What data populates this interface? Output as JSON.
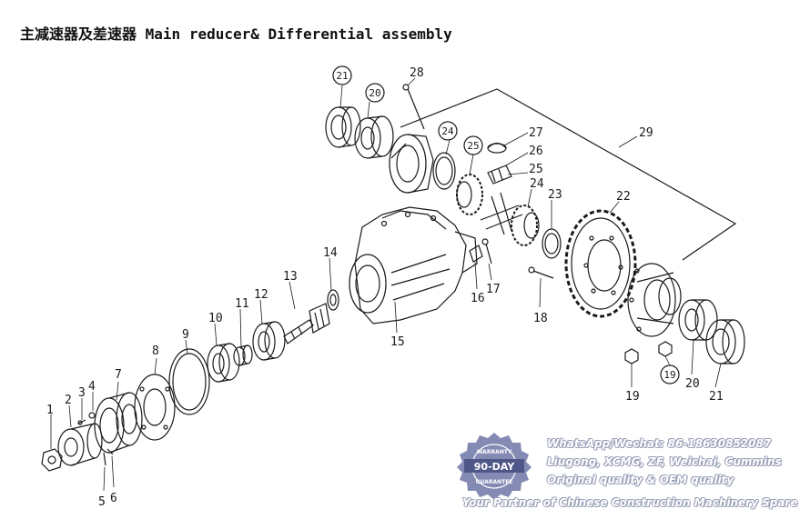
{
  "title": {
    "cn": "主减速器及差速器",
    "en": "Main reducer& Differential assembly"
  },
  "callouts": {
    "p1": "1",
    "p2": "2",
    "p3": "3",
    "p4": "4",
    "p5": "5",
    "p6": "6",
    "p7": "7",
    "p8": "8",
    "p9": "9",
    "p10": "10",
    "p11": "11",
    "p12": "12",
    "p13": "13",
    "p14": "14",
    "p15": "15",
    "p16": "16",
    "p17": "17",
    "p18": "18",
    "p19a": "19",
    "p19b": "19",
    "p20a": "20",
    "p20b": "20",
    "p21a": "21",
    "p21b": "21",
    "p22": "22",
    "p23": "23",
    "p24a": "24",
    "p24b": "24",
    "p25a": "25",
    "p25b": "25",
    "p26": "26",
    "p27": "27",
    "p28": "28",
    "p29": "29"
  },
  "watermark": {
    "contact": "WhatsApp/Wechat: 86-18630852087",
    "brands": "Liugong, XCMG, ZF, Weichai, Cummins",
    "quality": "Original quality & OEM quality",
    "tagline": "Your Partner of Chinese Construction Machinery Spare Parts",
    "badge_top": "WARRANTY",
    "badge_mid": "90-DAY",
    "badge_bottom": "GUARANTEE"
  },
  "colors": {
    "line": "#1a1a1a",
    "badge": "#6d76a6",
    "watermark_outline": "#9aa0b8"
  }
}
